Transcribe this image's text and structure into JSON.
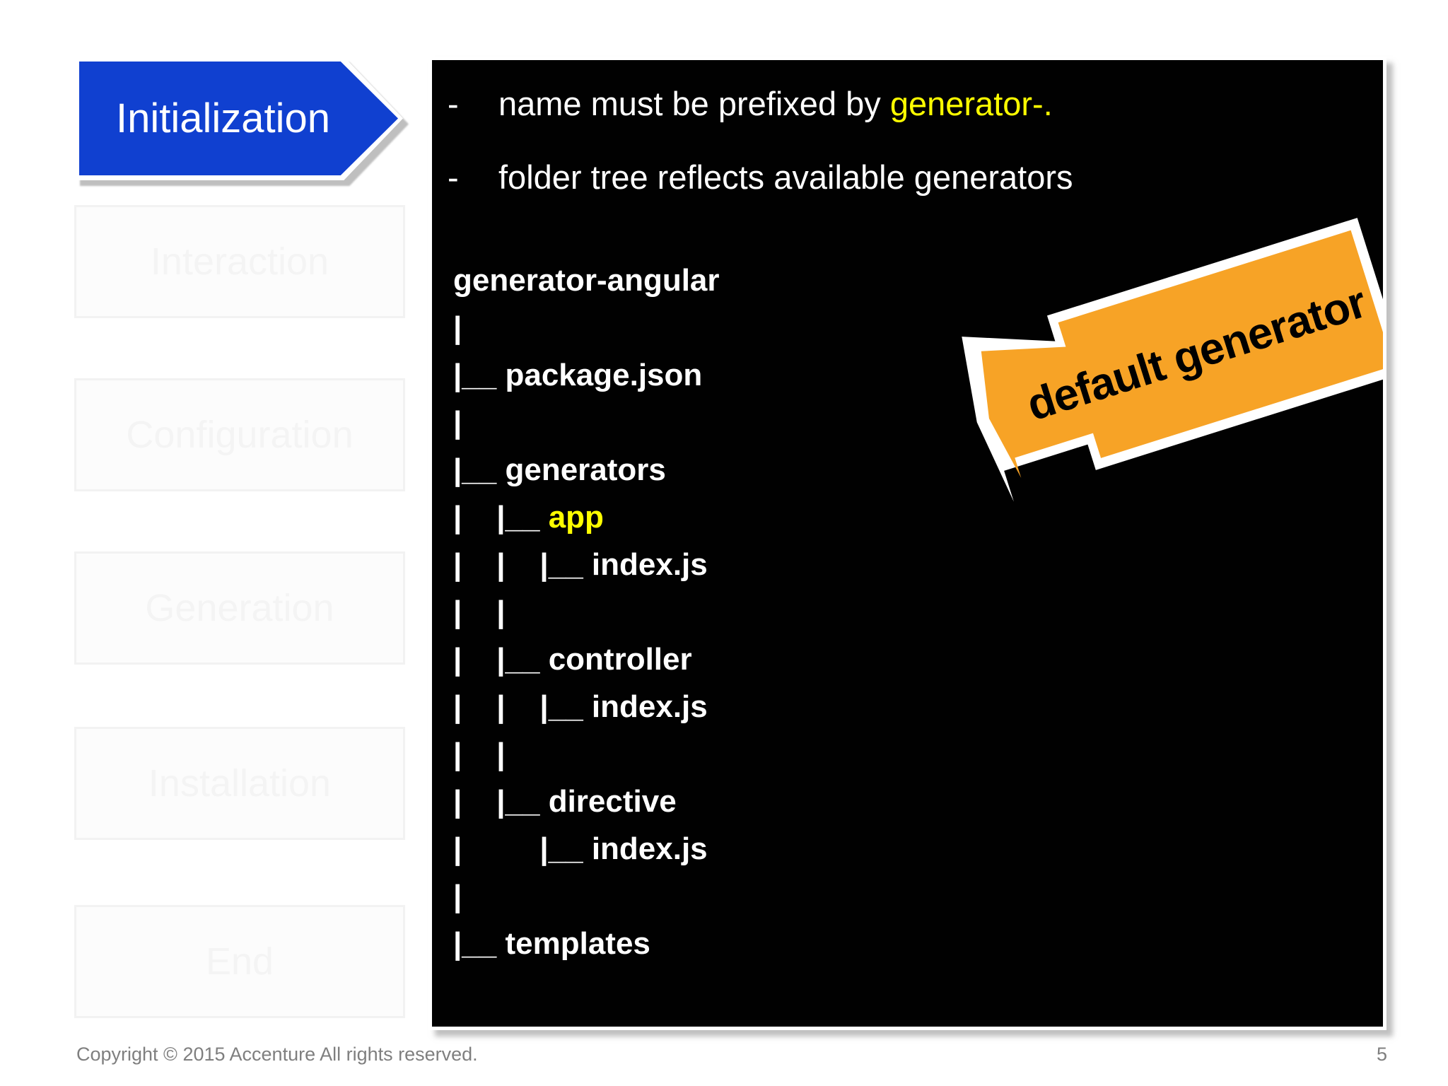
{
  "sidebar": {
    "active": {
      "label": "Initialization",
      "color": "#1040d0",
      "text_color": "#ffffff"
    },
    "stages": [
      {
        "label": "Interaction"
      },
      {
        "label": "Configuration"
      },
      {
        "label": "Generation"
      },
      {
        "label": "Installation"
      },
      {
        "label": "End"
      }
    ]
  },
  "content": {
    "background": "#010101",
    "bullets": [
      {
        "marker": "-",
        "parts": [
          {
            "text": "name must be prefixed by ",
            "color": "#ffffff"
          },
          {
            "text": "generator-.",
            "color": "#ffff00"
          }
        ]
      },
      {
        "marker": "-",
        "parts": [
          {
            "text": "folder tree reflects available generators",
            "color": "#ffffff"
          }
        ]
      }
    ],
    "tree": [
      {
        "prefix": "",
        "name": "generator-angular",
        "color": "#ffffff"
      },
      {
        "prefix": "|",
        "name": "",
        "color": "#ffffff"
      },
      {
        "prefix": "|__ ",
        "name": "package.json",
        "color": "#ffffff"
      },
      {
        "prefix": "|",
        "name": "",
        "color": "#ffffff"
      },
      {
        "prefix": "|__ ",
        "name": "generators",
        "color": "#ffffff"
      },
      {
        "prefix": "|    |__ ",
        "name": "app",
        "color": "#ffff00"
      },
      {
        "prefix": "|    |    |__ ",
        "name": "index.js",
        "color": "#ffffff"
      },
      {
        "prefix": "|    |",
        "name": "",
        "color": "#ffffff"
      },
      {
        "prefix": "|    |__ ",
        "name": "controller",
        "color": "#ffffff"
      },
      {
        "prefix": "|    |    |__ ",
        "name": "index.js",
        "color": "#ffffff"
      },
      {
        "prefix": "|    |",
        "name": "",
        "color": "#ffffff"
      },
      {
        "prefix": "|    |__ ",
        "name": "directive",
        "color": "#ffffff"
      },
      {
        "prefix": "|         |__ ",
        "name": "index.js",
        "color": "#ffffff"
      },
      {
        "prefix": "|",
        "name": "",
        "color": "#ffffff"
      },
      {
        "prefix": "|__ ",
        "name": "templates",
        "color": "#ffffff"
      }
    ]
  },
  "callout": {
    "label": "default generator",
    "fill": "#f7a326",
    "outline": "#ffffff",
    "text_color": "#000000",
    "direction": "left"
  },
  "footer": {
    "copyright": "Copyright © 2015 Accenture  All rights reserved.",
    "page_number": "5"
  }
}
